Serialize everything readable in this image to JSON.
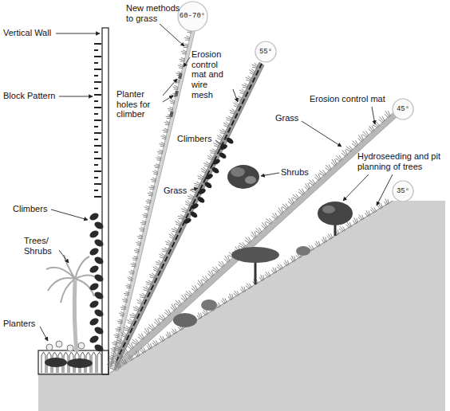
{
  "diagram": {
    "nodes": [
      {
        "text": [
          "60-70°"
        ]
      },
      {
        "text": [
          "55°"
        ]
      },
      {
        "text": [
          "45°"
        ]
      },
      {
        "text": [
          "35°"
        ]
      }
    ],
    "labels": [
      "Vertical Wall",
      "Block Pattern",
      "Planter holes for climber",
      "Erosion control mat and wire mesh",
      "Climbers",
      "Grass",
      "Grass",
      "Erosion control mat",
      "Shrubs",
      "Hydroseeding and pit planning of trees",
      "Climbers",
      "Trees/ Shrubs",
      "Planters",
      "New methods to grass"
    ]
  }
}
